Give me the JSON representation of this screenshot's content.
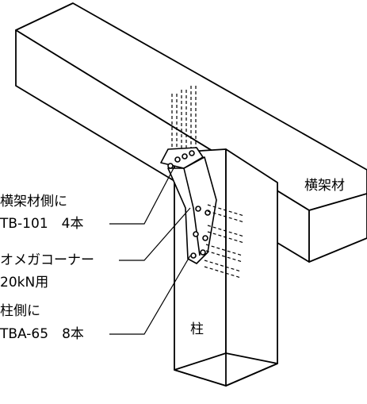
{
  "labels": {
    "beam": "横架材",
    "post": "柱",
    "beam_screws_line1": "横架材側に",
    "beam_screws_line2": "TB-101　4本",
    "hardware_line1": "オメガコーナー",
    "hardware_line2": "20kN用",
    "post_screws_line1": "柱側に",
    "post_screws_line2": "TBA-65　8本"
  }
}
